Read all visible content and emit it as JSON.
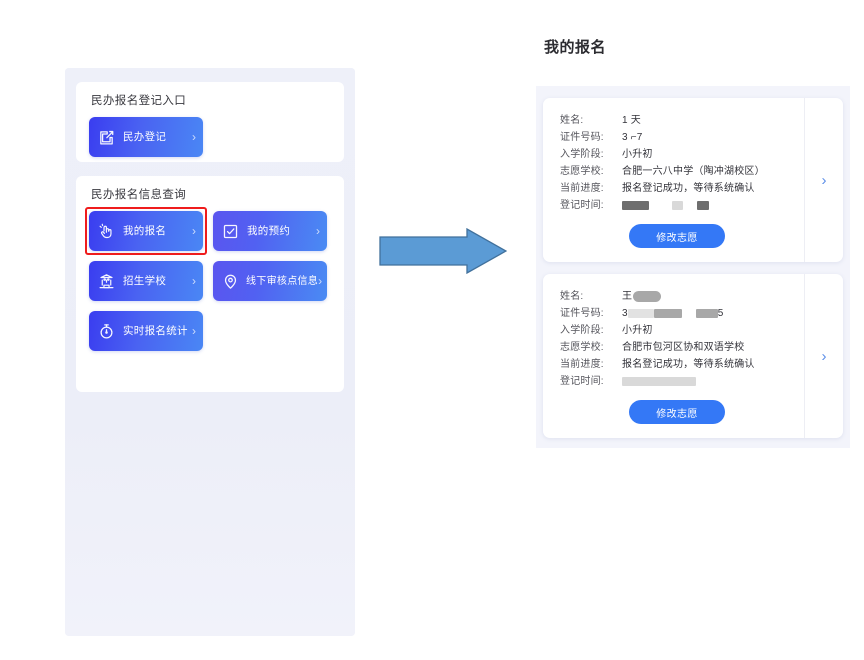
{
  "left_phone": {
    "section_entry": {
      "title": "民办报名登记入口",
      "tiles": [
        {
          "label": "民办登记",
          "icon": "edit-square-icon",
          "chevron": "›"
        }
      ]
    },
    "section_query": {
      "title": "民办报名信息查询",
      "tiles": [
        {
          "label": "我的报名",
          "icon": "hand-tap-icon",
          "chevron": "›",
          "highlighted": true
        },
        {
          "label": "我的预约",
          "icon": "check-square-icon",
          "chevron": "›"
        },
        {
          "label": "招生学校",
          "icon": "school-icon",
          "chevron": "›"
        },
        {
          "label": "线下审核点信息",
          "icon": "location-pin-icon",
          "chevron": "›"
        },
        {
          "label": "实时报名统计",
          "icon": "stopwatch-icon",
          "chevron": "›"
        }
      ]
    },
    "highlight_color": "#EF1C1C"
  },
  "arrow": {
    "name": "flow-arrow",
    "direction": "right",
    "fill": "#5B9BD5",
    "stroke": "#41719C"
  },
  "right_page": {
    "title": "我的报名",
    "field_labels": {
      "name": "姓名:",
      "id_number": "证件号码:",
      "stage": "入学阶段:",
      "school": "志愿学校:",
      "progress": "当前进度:",
      "time": "登记时间:"
    },
    "button_label": "修改志愿",
    "chevron": "›",
    "cards": [
      {
        "name": "1    天",
        "id_number": "3                   ⌐7",
        "stage": "小升初",
        "school": "合肥一六八中学（陶冲湖校区）",
        "progress": "报名登记成功，等待系统确认",
        "time": "",
        "time_redacted": true,
        "name_redacted": false,
        "id_redacted": false
      },
      {
        "name": "王",
        "id_number": "3",
        "id_number_tail": "5",
        "stage": "小升初",
        "school": "合肥市包河区协和双语学校",
        "progress": "报名登记成功，等待系统确认",
        "time": "",
        "time_redacted": true,
        "name_redacted": true,
        "id_redacted": true
      }
    ],
    "accent_color": "#3478F6",
    "chevron_color": "#5C8EE8"
  }
}
